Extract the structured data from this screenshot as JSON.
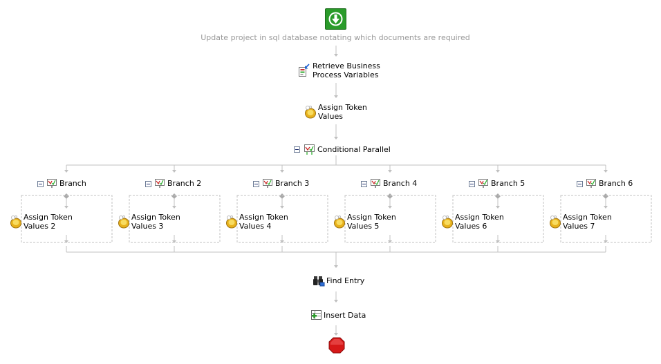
{
  "workflow": {
    "start_caption": "Update project in sql database notating which documents are required",
    "steps": {
      "retrieve": "Retrieve Business\nProcess Variables",
      "assign": "Assign Token\nValues",
      "conditional": "Conditional Parallel",
      "find": "Find Entry",
      "insert": "Insert Data"
    },
    "branches": [
      {
        "label": "Branch",
        "activity": "Assign Token\nValues 2"
      },
      {
        "label": "Branch 2",
        "activity": "Assign Token\nValues 3"
      },
      {
        "label": "Branch 3",
        "activity": "Assign Token\nValues 4"
      },
      {
        "label": "Branch 4",
        "activity": "Assign Token\nValues 5"
      },
      {
        "label": "Branch 5",
        "activity": "Assign Token\nValues 6"
      },
      {
        "label": "Branch 6",
        "activity": "Assign Token\nValues 7"
      }
    ],
    "icons": {
      "start": "start-arrow-icon",
      "retrieve": "retrieve-variables-icon",
      "assign": "assign-token-icon",
      "conditional": "conditional-parallel-icon",
      "branch": "branch-icon",
      "find": "binoculars-icon",
      "insert": "insert-data-icon",
      "end": "stop-sign-icon"
    },
    "colors": {
      "connector": "#c0c0c0",
      "start": "#2a9b2a",
      "end": "#cc1111",
      "caption": "#999999"
    }
  }
}
